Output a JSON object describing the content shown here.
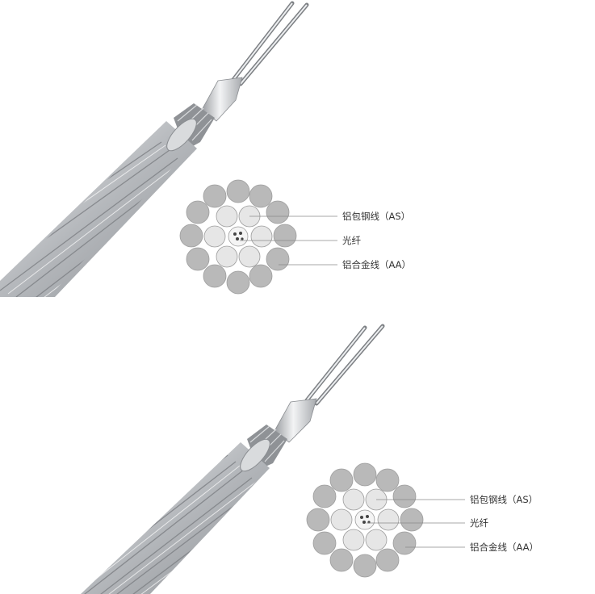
{
  "panels": [
    {
      "labels": {
        "aluminum_clad_steel": "铝包钢线（AS）",
        "optical_fiber": "光纤",
        "aluminum_alloy": "铝合金线（AA）"
      }
    },
    {
      "labels": {
        "aluminum_clad_steel": "铝包钢线（AS）",
        "optical_fiber": "光纤",
        "aluminum_alloy": "铝合金线（AA）"
      }
    }
  ],
  "colors": {
    "outer_strand": "#b9b9b9",
    "inner_strand": "#e6e6e6",
    "center_tube": "#f4f4f4",
    "leader_line": "#8a8a8a",
    "cable_light": "#e2e4e6",
    "cable_dark": "#8f9296"
  },
  "icons": {
    "cable_photo": "opgw-cable-illustration",
    "cross_section": "opgw-cross-section"
  }
}
